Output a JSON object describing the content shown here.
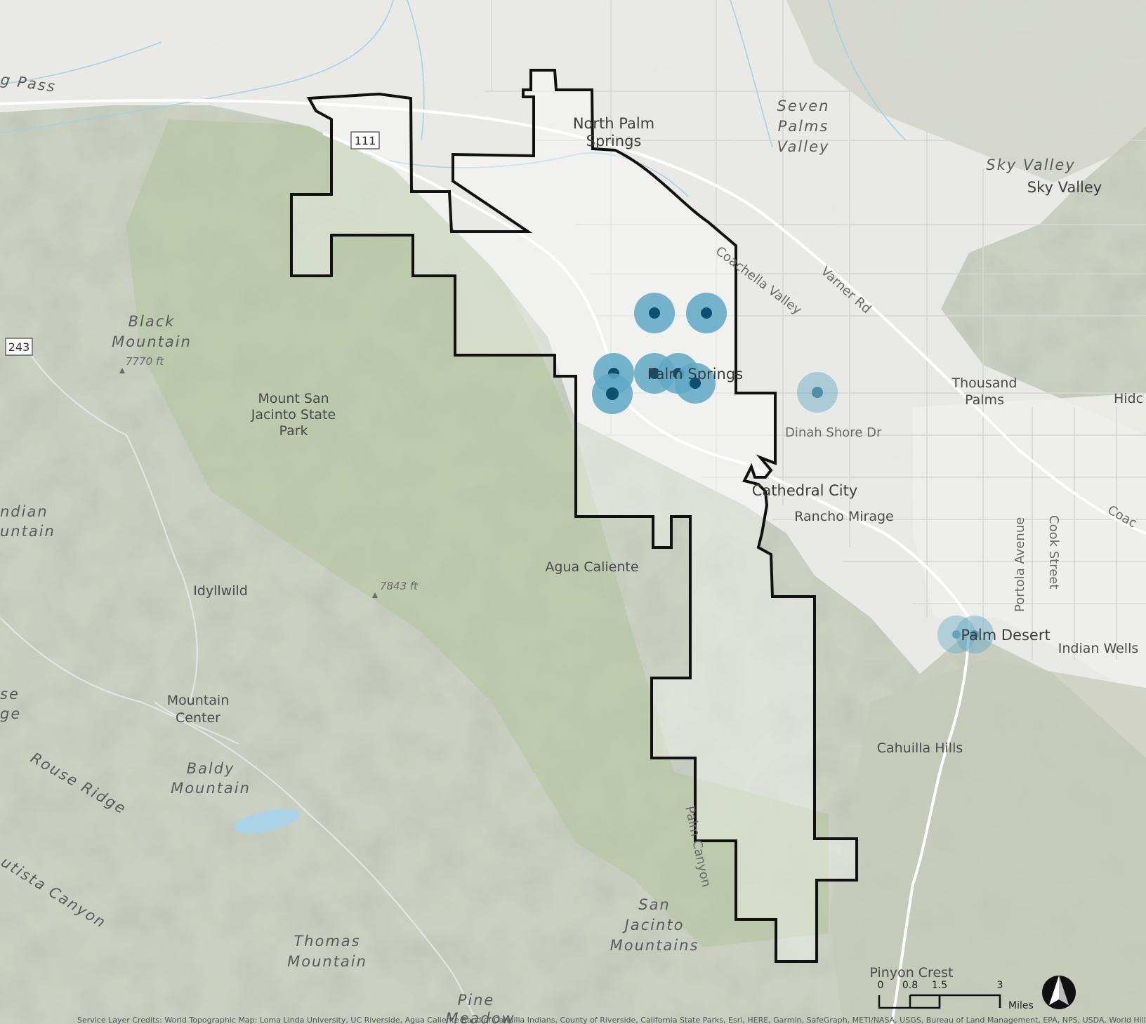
{
  "map": {
    "places": {
      "north_palm_springs": [
        "North Palm",
        "Springs"
      ],
      "seven_palms_valley": [
        "Seven",
        "Palms",
        "Valley"
      ],
      "sky_valley_terrain": "Sky Valley",
      "sky_valley": "Sky Valley",
      "thousand_palms": [
        "Thousand",
        "Palms"
      ],
      "hidden": "Hidc",
      "palm_springs": "Palm Springs",
      "cathedral_city": "Cathedral City",
      "rancho_mirage": "Rancho Mirage",
      "agua_caliente": "Agua Caliente",
      "palm_desert": "Palm Desert",
      "indian_wells": "Indian Wells",
      "cahuilla_hills": "Cahuilla Hills",
      "pinyon_crest": "Pinyon Crest",
      "idyllwild": "Idyllwild",
      "mountain_center": [
        "Mountain",
        "Center"
      ],
      "mount_san_jacinto": [
        "Mount San",
        "Jacinto State",
        "Park"
      ],
      "black_mountain": [
        "Black",
        "Mountain"
      ],
      "black_mountain_elev": "7770 ft",
      "peak_elev": "7843 ft",
      "baldy_mountain": [
        "Baldy",
        "Mountain"
      ],
      "thomas_mountain": [
        "Thomas",
        "Mountain"
      ],
      "san_jacinto_mountains": [
        "San",
        "Jacinto",
        "Mountains"
      ],
      "indian_mountain": [
        "ndian",
        "untain"
      ],
      "se_ge": [
        "se",
        "ge"
      ],
      "pine_meadow": [
        "Pine",
        "Meadow"
      ],
      "gorgonio_pass": "g Pass"
    },
    "roads": {
      "coachella_valley": "Coachella Valley",
      "varner_rd": "Varner Rd",
      "dinah_shore": "Dinah Shore Dr",
      "portola": "Portola Avenue",
      "cook": "Cook Street",
      "palm_canyon": "Palm Canyon",
      "rouse_ridge": "Rouse Ridge",
      "bautista_canyon": "utista Canyon",
      "coachella_right": "Coac",
      "hwy_111": "111",
      "hwy_243": "243"
    },
    "scale_bar": {
      "ticks": [
        "0",
        "0.8",
        "1.5",
        "3"
      ],
      "unit": "Miles"
    },
    "credits": "Service Layer Credits: World Topographic Map: Loma Linda University, UC Riverside, Agua Caliente Band of Cahuilla Indians, County of Riverside, California State Parks, Esri, HERE, Garmin, SafeGraph, METI/NASA, USGS, Bureau of Land Management, EPA, NPS, USDA, World Hillshade: Esri",
    "colors": {
      "boundary": "#111111",
      "point_halo": "#5fa8c4",
      "point_core": "#0d4f6e",
      "terrain": "#c9cfbf",
      "forest": "#b7c79a",
      "valley": "#ececea"
    },
    "icons": {
      "north_arrow": "north-arrow-icon"
    }
  }
}
